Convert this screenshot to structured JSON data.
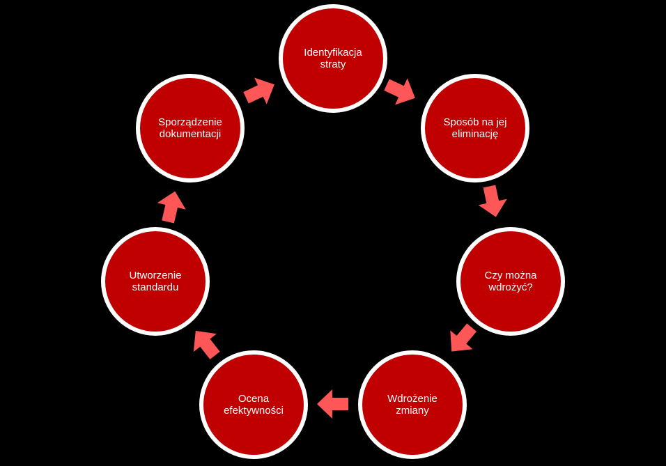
{
  "colors": {
    "background": "#000000",
    "node_fill": "#c00000",
    "node_border": "#ffffff",
    "arrow": "#ff5757",
    "text": "#ffffff"
  },
  "cycle": {
    "nodes": [
      {
        "label": "Identyfikacja\nstraty"
      },
      {
        "label": "Sposób  na jej\neliminację"
      },
      {
        "label": "Czy można\nwdrożyć?"
      },
      {
        "label": "Wdrożenie\nzmiany"
      },
      {
        "label": "Ocena\nefektywności"
      },
      {
        "label": "Utworzenie\nstandardu"
      },
      {
        "label": "Sporządzenie\ndokumentacji"
      }
    ],
    "arrow_icon": "right-arrow-icon"
  }
}
